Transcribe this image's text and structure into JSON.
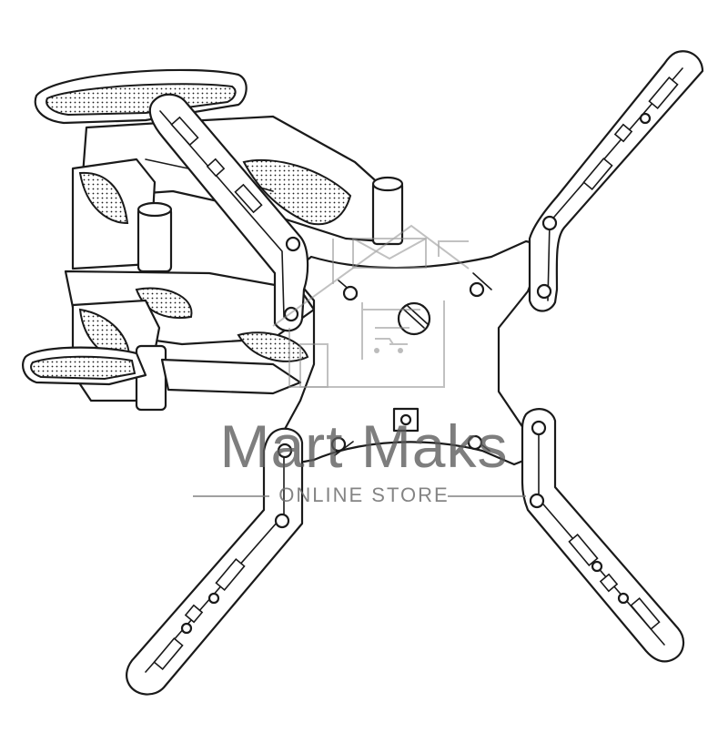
{
  "image": {
    "subject": "tv-wall-mount-line-drawing",
    "ink_color": "#1a1a1a",
    "background": "#ffffff"
  },
  "watermark": {
    "brand": "Mart Maks",
    "tagline": "ONLINE STORE",
    "color": "#6f6f6f",
    "icon": "store-house-icon"
  }
}
